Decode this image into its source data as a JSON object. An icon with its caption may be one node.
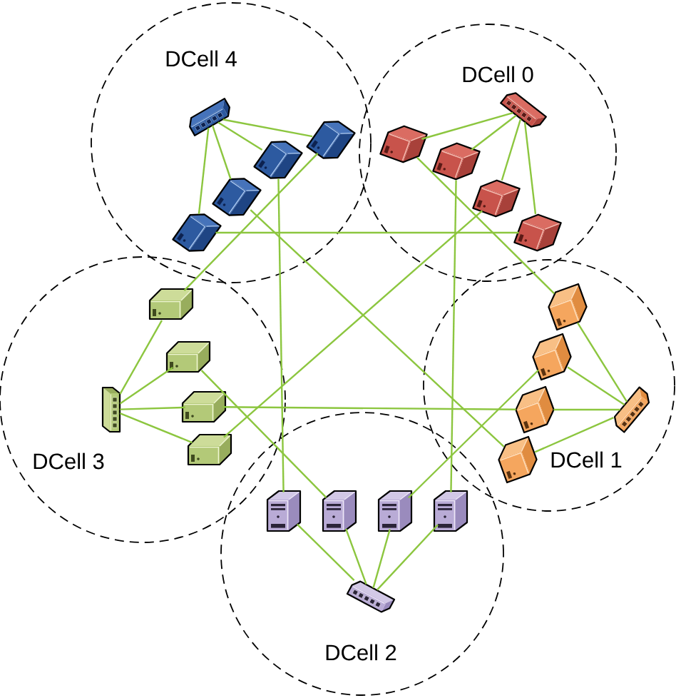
{
  "diagram": {
    "nodes": [
      {
        "text": [
          "DCell 4"
        ]
      },
      {
        "text": [],
        "shape": "picture",
        "in": 0
      },
      {
        "text": [],
        "shape": "picture",
        "in": 0
      },
      {
        "text": [],
        "shape": "picture",
        "in": 0
      },
      {
        "text": [],
        "shape": "picture",
        "in": 0
      },
      {
        "text": [],
        "shape": "picture",
        "in": 0
      },
      {
        "text": [
          "DCell 0"
        ]
      },
      {
        "text": [],
        "shape": "picture",
        "in": 6
      },
      {
        "text": [],
        "shape": "picture",
        "in": 6
      },
      {
        "text": [],
        "shape": "picture",
        "in": 6
      },
      {
        "text": [],
        "shape": "picture",
        "in": 6
      },
      {
        "text": [],
        "shape": "picture",
        "in": 6
      },
      {
        "text": [
          "DCell 3"
        ]
      },
      {
        "text": [],
        "shape": "picture",
        "in": 12
      },
      {
        "text": [],
        "shape": "picture",
        "in": 12
      },
      {
        "text": [],
        "shape": "picture",
        "in": 12
      },
      {
        "text": [],
        "shape": "picture",
        "in": 12
      },
      {
        "text": [],
        "shape": "picture",
        "in": 12
      },
      {
        "text": [
          "DCell 1"
        ]
      },
      {
        "text": [],
        "shape": "picture",
        "in": 18
      },
      {
        "text": [],
        "shape": "picture",
        "in": 18
      },
      {
        "text": [],
        "shape": "picture",
        "in": 18
      },
      {
        "text": [],
        "shape": "picture",
        "in": 18
      },
      {
        "text": [],
        "shape": "picture",
        "in": 18
      },
      {
        "text": [
          "DCell 2"
        ]
      },
      {
        "text": [],
        "shape": "picture",
        "in": 24
      },
      {
        "text": [],
        "shape": "picture",
        "in": 24
      },
      {
        "text": [],
        "shape": "picture",
        "in": 24
      },
      {
        "text": [],
        "shape": "picture",
        "in": 24
      },
      {
        "text": [],
        "shape": "picture",
        "in": 24
      }
    ],
    "edges": [
      {
        "from": 1,
        "to": 2,
        "arrow": "none"
      },
      {
        "from": 1,
        "to": 3,
        "arrow": "none"
      },
      {
        "from": 1,
        "to": 4,
        "arrow": "none"
      },
      {
        "from": 1,
        "to": 5,
        "arrow": "none"
      },
      {
        "from": 7,
        "to": 8,
        "arrow": "none"
      },
      {
        "from": 7,
        "to": 9,
        "arrow": "none"
      },
      {
        "from": 7,
        "to": 10,
        "arrow": "none"
      },
      {
        "from": 7,
        "to": 11,
        "arrow": "none"
      },
      {
        "from": 13,
        "to": 14,
        "arrow": "none"
      },
      {
        "from": 13,
        "to": 15,
        "arrow": "none"
      },
      {
        "from": 13,
        "to": 16,
        "arrow": "none"
      },
      {
        "from": 13,
        "to": 17,
        "arrow": "none"
      },
      {
        "from": 19,
        "to": 20,
        "arrow": "none"
      },
      {
        "from": 19,
        "to": 21,
        "arrow": "none"
      },
      {
        "from": 19,
        "to": 22,
        "arrow": "none"
      },
      {
        "from": 19,
        "to": 23,
        "arrow": "none"
      },
      {
        "from": 29,
        "to": 25,
        "arrow": "none"
      },
      {
        "from": 29,
        "to": 26,
        "arrow": "none"
      },
      {
        "from": 29,
        "to": 27,
        "arrow": "none"
      },
      {
        "from": 29,
        "to": 28,
        "arrow": "none"
      },
      {
        "from": 2,
        "to": 11,
        "arrow": "none"
      },
      {
        "from": 3,
        "to": 23,
        "arrow": "none"
      },
      {
        "from": 4,
        "to": 25,
        "arrow": "none"
      },
      {
        "from": 5,
        "to": 14,
        "arrow": "none"
      },
      {
        "from": 8,
        "to": 20,
        "arrow": "none"
      },
      {
        "from": 9,
        "to": 28,
        "arrow": "none"
      },
      {
        "from": 10,
        "to": 17,
        "arrow": "none"
      },
      {
        "from": 15,
        "to": 26,
        "arrow": "none"
      },
      {
        "from": 16,
        "to": 22,
        "arrow": "none"
      },
      {
        "from": 21,
        "to": 27,
        "arrow": "none"
      }
    ]
  }
}
